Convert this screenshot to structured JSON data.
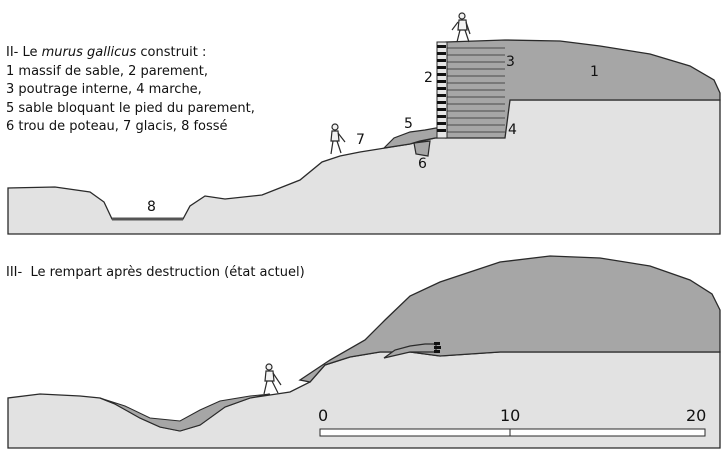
{
  "section2": {
    "caption_prefix": "II- Le ",
    "caption_italic": "murus gallicus",
    "caption_suffix": " construit :",
    "caption_lines": [
      "1 massif de sable, 2 parement,",
      "3 poutrage interne, 4 marche,",
      "5 sable bloquant le pied du parement,",
      "6 trou de poteau, 7 glacis, 8 fossé"
    ],
    "labels": {
      "n1": "1",
      "n2": "2",
      "n3": "3",
      "n4": "4",
      "n5": "5",
      "n6": "6",
      "n7": "7",
      "n8": "8"
    }
  },
  "section3": {
    "caption": "III-  Le rempart après destruction (état actuel)"
  },
  "scale": {
    "start": "0",
    "mid": "10",
    "end": "20"
  },
  "colors": {
    "ground": "#e2e2e2",
    "sand": "#a6a6a6",
    "line": "#2a2a2a",
    "beam": "#111111"
  }
}
